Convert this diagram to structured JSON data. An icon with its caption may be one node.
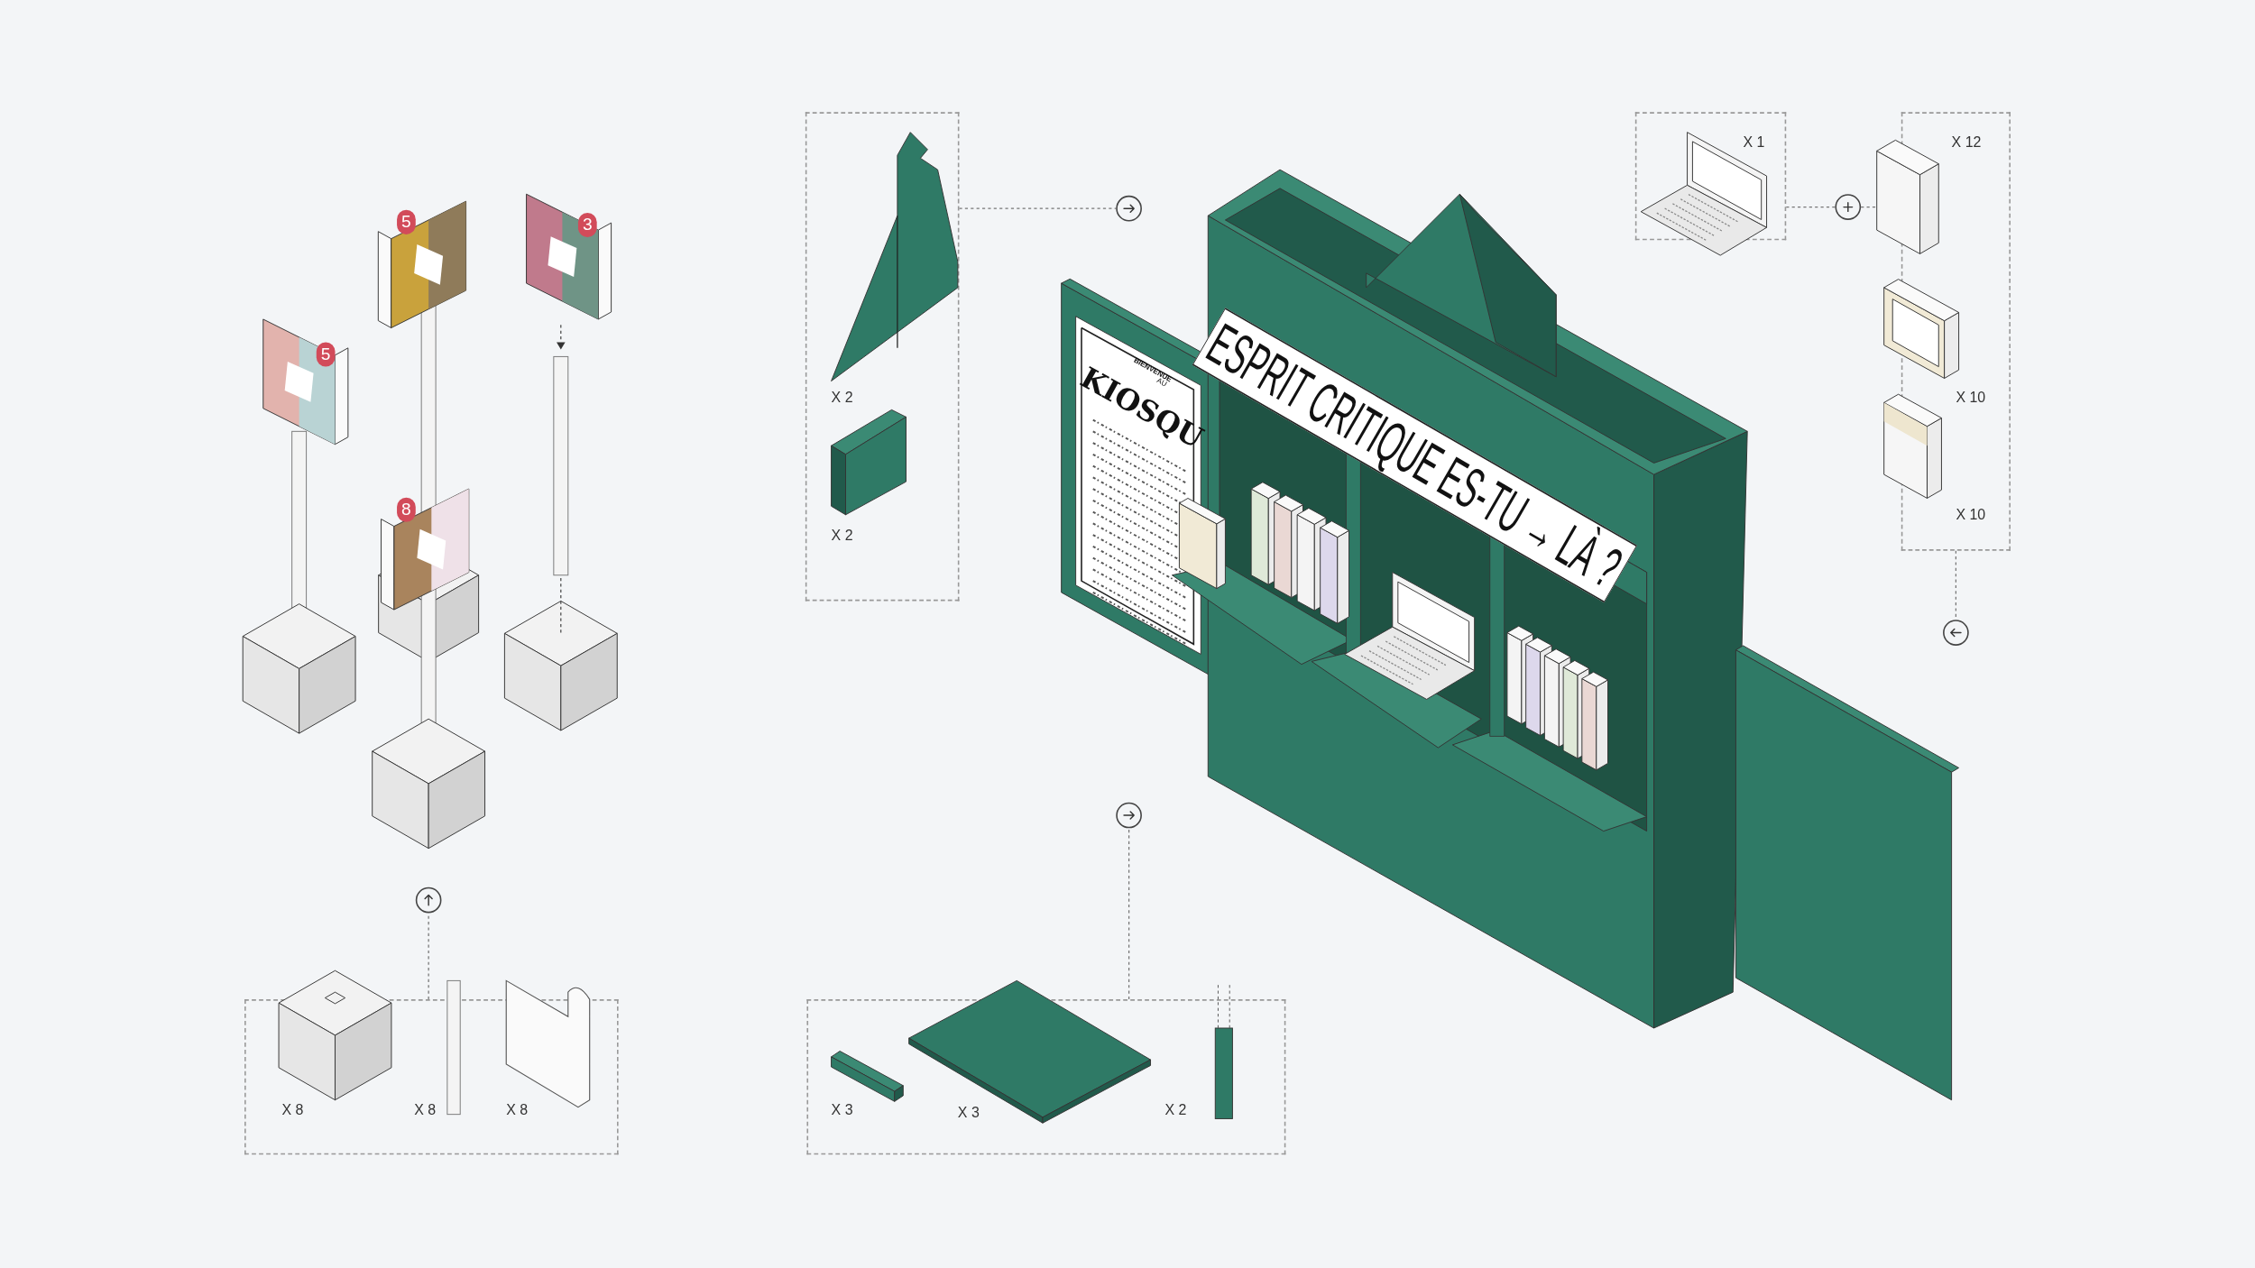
{
  "diagram": {
    "nodes": [
      {
        "text": [
          "X 2",
          "X 2"
        ]
      },
      {
        "text": [],
        "shape": "circle"
      },
      {
        "text": [
          "X 1"
        ]
      },
      {
        "text": [],
        "shape": "circle"
      },
      {
        "text": [
          "X 12",
          "X 10",
          "X 10"
        ]
      },
      {
        "text": [],
        "shape": "circle"
      },
      {
        "text": [],
        "shape": "circle"
      },
      {
        "text": [],
        "shape": "circle"
      },
      {
        "text": [
          "X 8",
          "X 8",
          "X 8"
        ]
      },
      {
        "text": [
          "X 3",
          "X 3",
          "X 2"
        ]
      }
    ],
    "edges": [
      {
        "from": 0,
        "to": 1,
        "arrow": "none",
        "style": "dashed"
      },
      {
        "from": 2,
        "to": 3,
        "arrow": "none",
        "style": "dashed"
      },
      {
        "from": 3,
        "to": 4,
        "arrow": "none",
        "style": "dashed"
      },
      {
        "from": 4,
        "to": 5,
        "arrow": "none",
        "style": "dashed"
      },
      {
        "from": 9,
        "to": 6,
        "arrow": "none",
        "style": "dashed"
      },
      {
        "from": 8,
        "to": 7,
        "arrow": "none",
        "style": "dashed"
      }
    ],
    "labels": [
      "5",
      "3",
      "5",
      "8",
      "BIENVENUE",
      "AU",
      "KIOSQU",
      "ESPRIT CRITIQUE ES-TU → LÀ ?"
    ]
  }
}
